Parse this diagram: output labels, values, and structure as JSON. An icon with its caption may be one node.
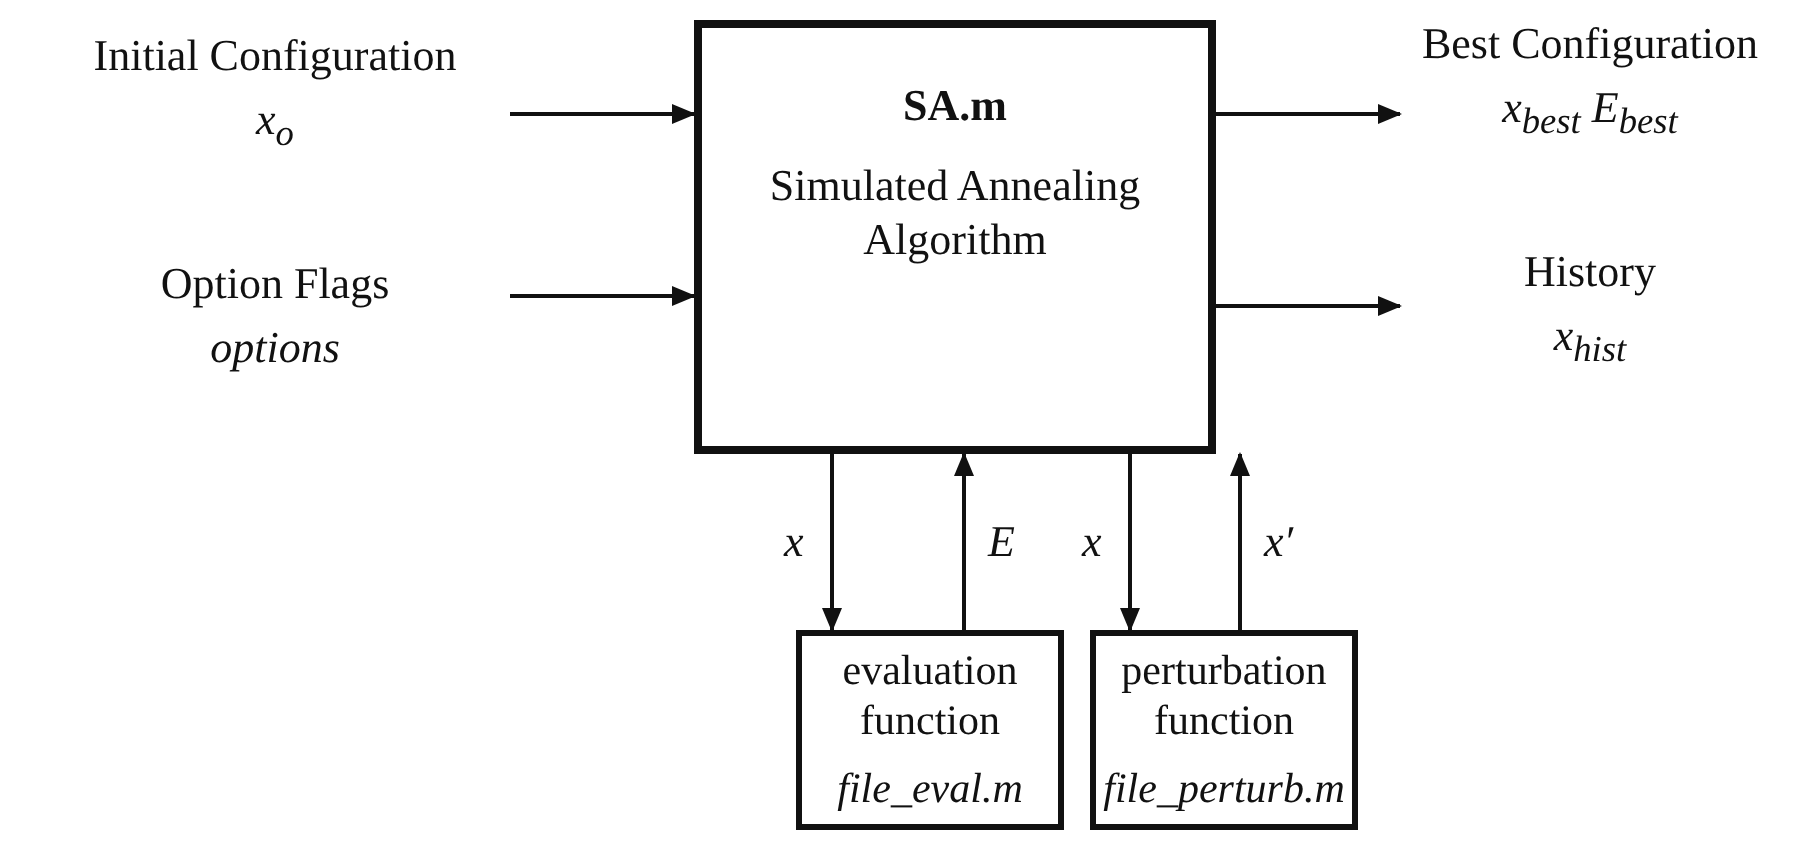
{
  "diagram": {
    "nodes": [
      {
        "text": [
          "Initial Configuration",
          "x$_{o}$"
        ]
      },
      {
        "text": [
          "Option Flags",
          "options"
        ]
      },
      {
        "text": [
          "SA.m",
          "Simulated Annealing Algorithm"
        ]
      },
      {
        "text": [
          "Best Configuration",
          "x$_{best}$ E$_{best}$"
        ]
      },
      {
        "text": [
          "History",
          "x$_{hist}$"
        ]
      },
      {
        "text": [
          "evaluation function",
          "file_eval.m"
        ]
      },
      {
        "text": [
          "perturbation function",
          "file_perturb.m"
        ]
      }
    ],
    "edges": [
      {
        "from": 0,
        "to": 2,
        "arrow": "to"
      },
      {
        "from": 1,
        "to": 2,
        "arrow": "to"
      },
      {
        "from": 2,
        "to": 3,
        "arrow": "to"
      },
      {
        "from": 2,
        "to": 4,
        "arrow": "to"
      },
      {
        "from": 2,
        "to": 5,
        "arrow": "to",
        "label": "x"
      },
      {
        "from": 5,
        "to": 2,
        "arrow": "to",
        "label": "E"
      },
      {
        "from": 2,
        "to": 6,
        "arrow": "to",
        "label": "x"
      },
      {
        "from": 6,
        "to": 2,
        "arrow": "to",
        "label": "x′"
      }
    ]
  }
}
